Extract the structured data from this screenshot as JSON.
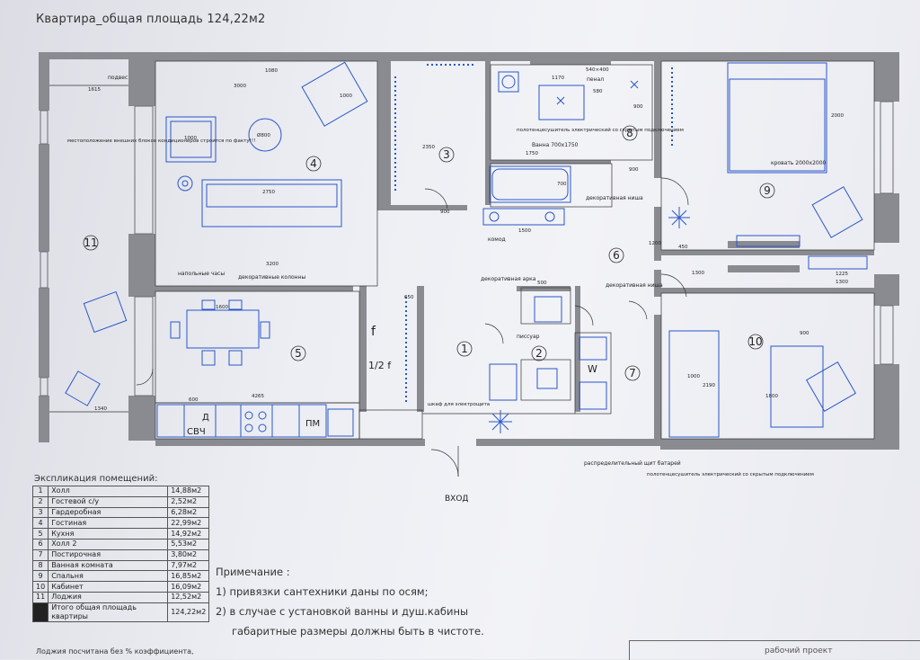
{
  "title": "Квартира_общая площадь 124,22м2",
  "rooms": {
    "r1": "1",
    "r2": "2",
    "r3": "3",
    "r4": "4",
    "r5": "5",
    "r6": "6",
    "r7": "7",
    "r8": "8",
    "r9": "9",
    "r10": "10",
    "r11": "11"
  },
  "dims": {
    "d1615": "1615",
    "d1080": "1080",
    "d3000": "3000",
    "d1000a": "1000",
    "d1000b": "1000",
    "d800": "Ø800",
    "d2750": "2750",
    "d3200": "3200",
    "d2350": "2350",
    "d900a": "900",
    "d1170": "1170",
    "d540": "540×400",
    "d580": "580",
    "d900b": "900",
    "d1750": "1750",
    "d700": "700",
    "d1500": "1500",
    "d900c": "900",
    "d2000": "2000",
    "d1300a": "1300",
    "d1225": "1225",
    "d1300b": "1300",
    "d1200": "1200",
    "d4265": "4265",
    "d1600": "1600",
    "d600": "600",
    "d900d": "900",
    "d1000c": "1000",
    "d2190": "2190",
    "d1800": "1800",
    "d450": "450",
    "d1340": "1340",
    "d500": "500",
    "d650": "650"
  },
  "annotations": {
    "podves": "подвес",
    "kond": "местоположение внешних блоков кондиционеров строится по факту!!!",
    "chasy": "напольные часы",
    "kolonny": "декоративные колонны",
    "arka": "декоративная арка",
    "nisha1": "декоративная ниша",
    "nisha2": "декоративная ниша",
    "komod": "комод",
    "vanna": "Ванна 700х1750",
    "polot1": "полотенцесушитель электрический со скрытым подключением",
    "polot2": "полотенцесушитель электрический со скрытым подключением",
    "bed": "кровать 2000х2000",
    "shchit1": "шкаф для электрощита",
    "shchit2": "распределительный щит батарей",
    "vhod": "ВХОД",
    "penal": "пенал",
    "pissuar": "писсуар",
    "svch": "СВЧ",
    "pm": "ПМ",
    "d": "Д",
    "w": "W",
    "f": "f",
    "half_f": "1/2 f"
  },
  "explication": {
    "title": "Экспликация помещений:",
    "rows": [
      {
        "n": "1",
        "name": "Холл",
        "area": "14,88м2"
      },
      {
        "n": "2",
        "name": "Гостевой с/у",
        "area": "2,52м2"
      },
      {
        "n": "3",
        "name": "Гардеробная",
        "area": "6,28м2"
      },
      {
        "n": "4",
        "name": "Гостиная",
        "area": "22,99м2"
      },
      {
        "n": "5",
        "name": "Кухня",
        "area": "14,92м2"
      },
      {
        "n": "6",
        "name": "Холл 2",
        "area": "5,53м2"
      },
      {
        "n": "7",
        "name": "Постирочная",
        "area": "3,80м2"
      },
      {
        "n": "8",
        "name": "Ванная комната",
        "area": "7,97м2"
      },
      {
        "n": "9",
        "name": "Спальня",
        "area": "16,85м2"
      },
      {
        "n": "10",
        "name": "Кабинет",
        "area": "16,09м2"
      },
      {
        "n": "11",
        "name": "Лоджия",
        "area": "12,52м2"
      },
      {
        "n": "",
        "name": "Итого общая площадь квартиры",
        "area": "124,22м2"
      }
    ],
    "footnote": "Лоджия посчитана без % коэффициента,"
  },
  "notes": {
    "heading": "Примечание :",
    "line1": "1) привязки сантехники даны по осям;",
    "line2": "2) в случае с установкой ванны и душ.кабины",
    "line3": "габаритные размеры должны быть в чистоте."
  },
  "stamp": {
    "text": "рабочий проект"
  },
  "colors": {
    "wall": "#8a8b90",
    "furniture": "#2a56c9",
    "line": "#333333"
  }
}
